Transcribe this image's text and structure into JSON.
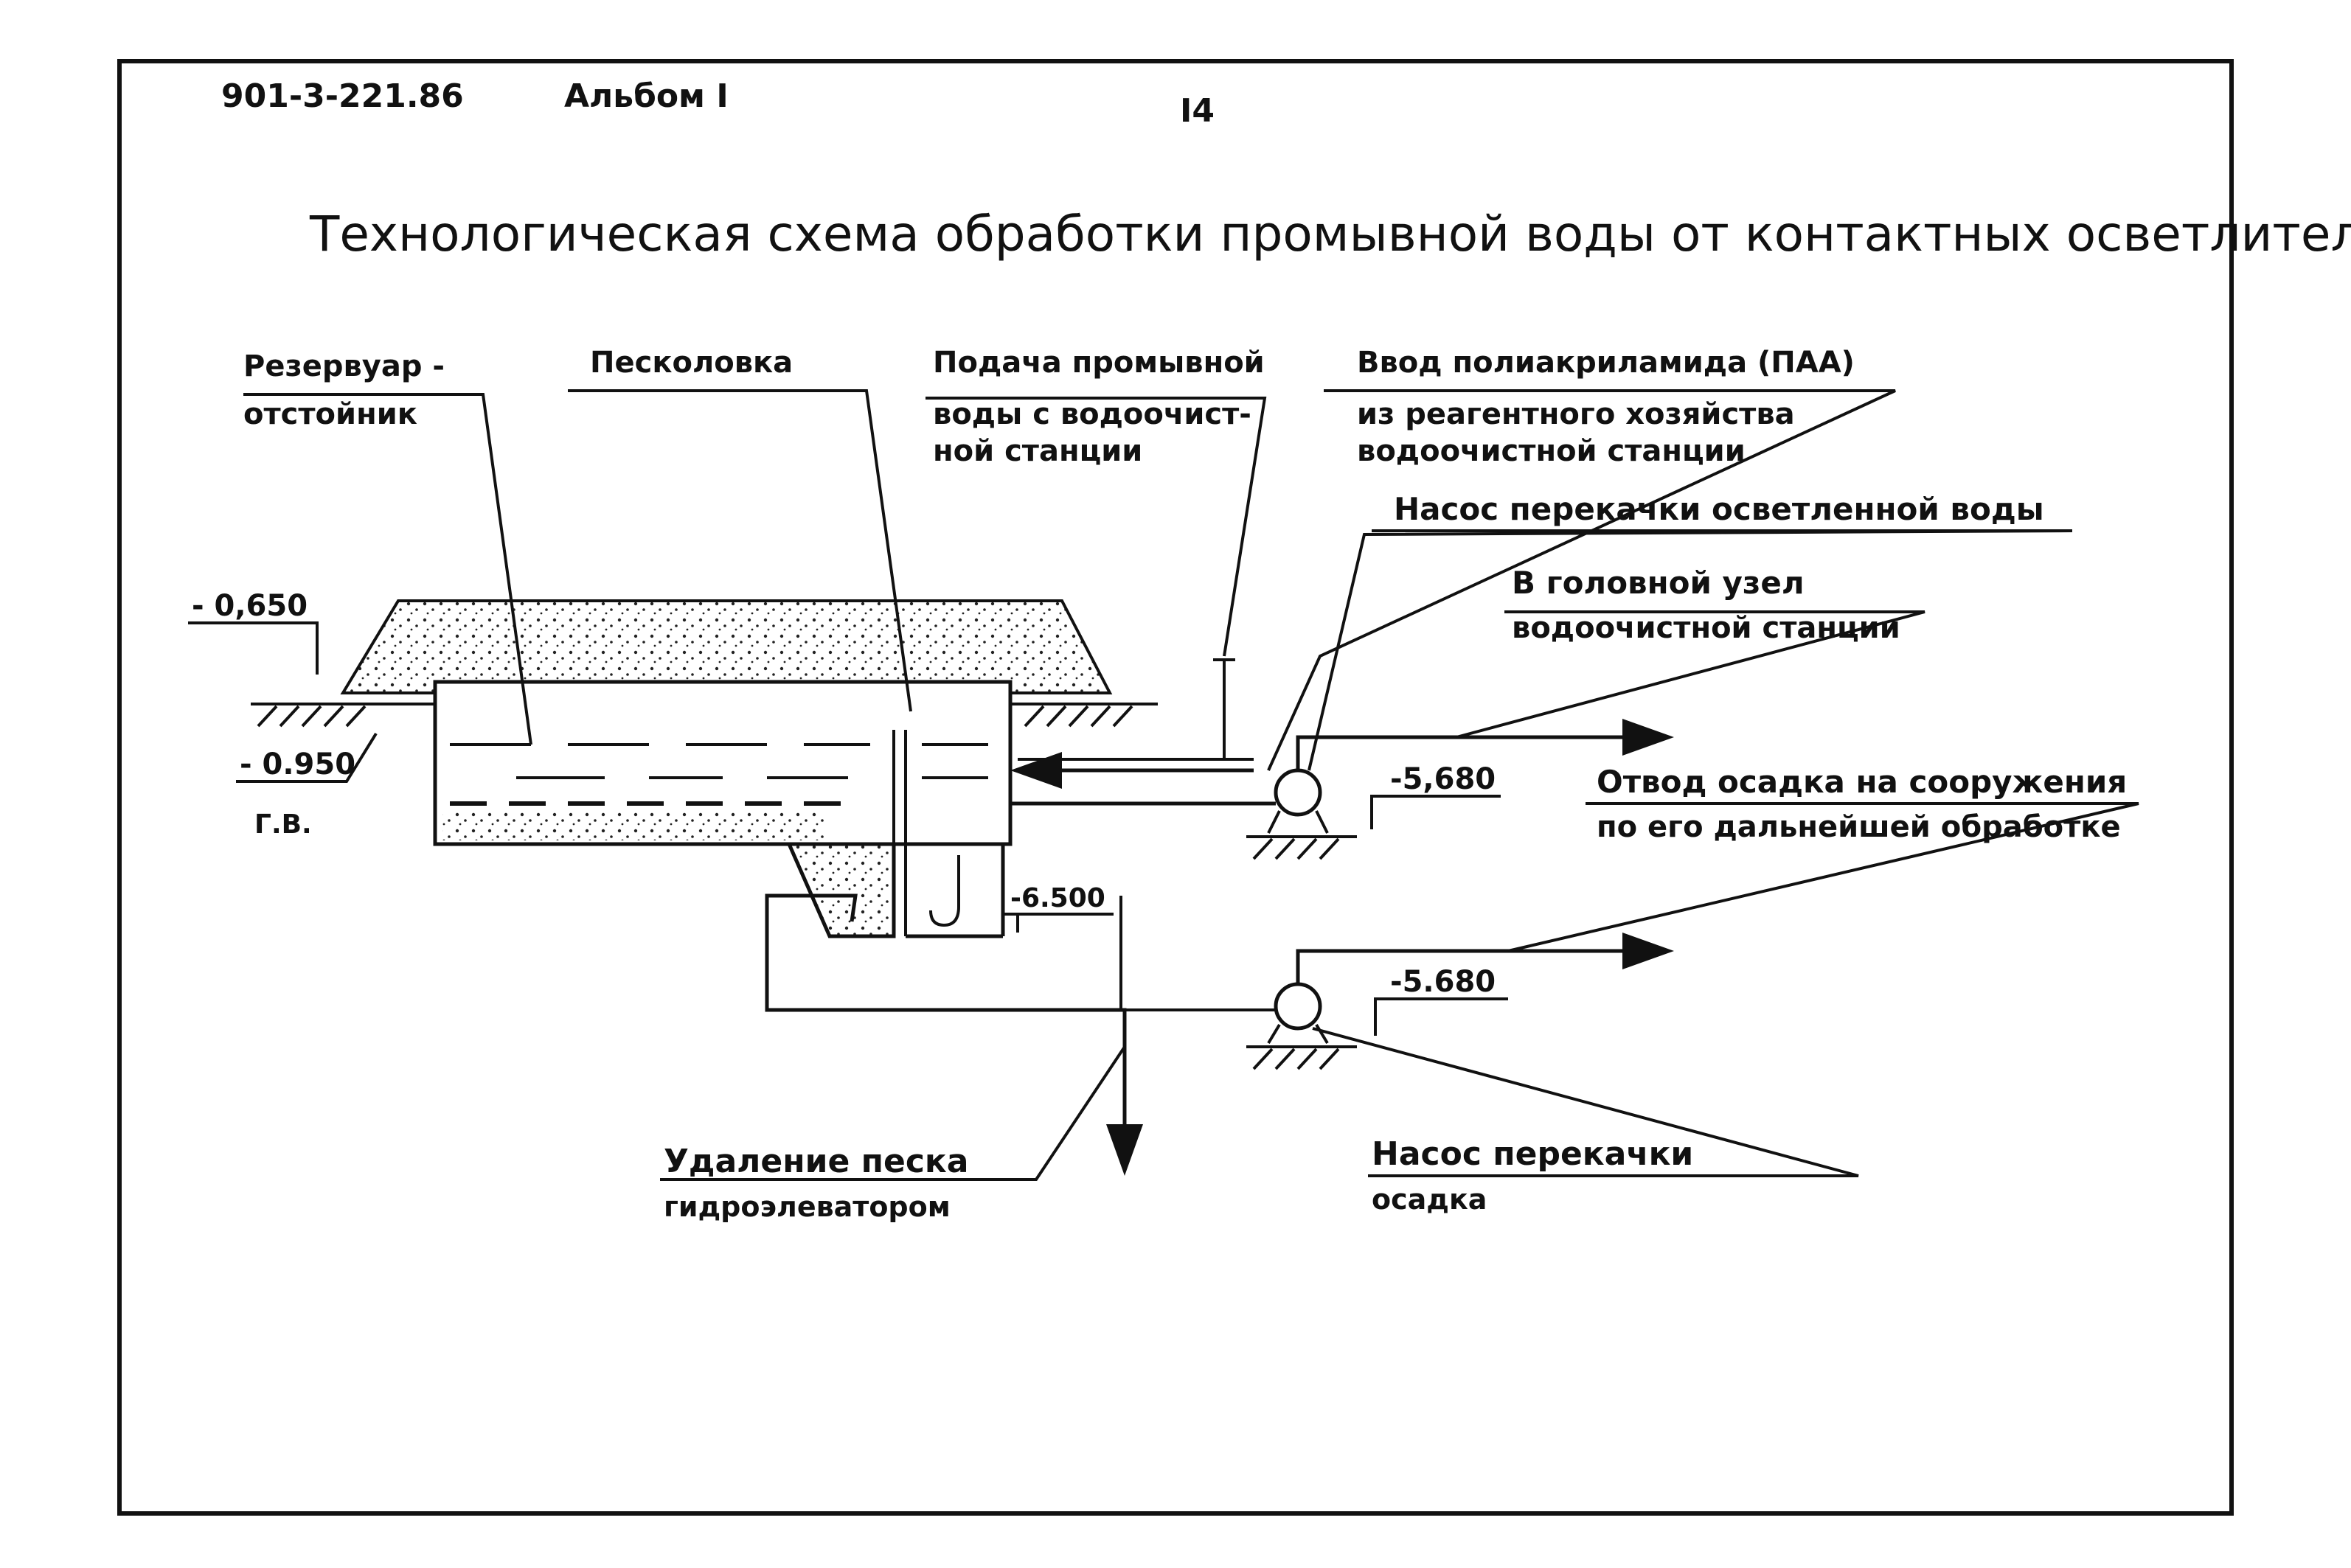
{
  "header": {
    "doc_code": "901-3-221.86",
    "album": "Альбом I",
    "page_number": "I4"
  },
  "title": "Технологическая схема обработки промывной воды от контактных осветлителей",
  "labels": {
    "reservoir_line1": "Резервуар -",
    "reservoir_line2": "отстойник",
    "sand_trap": "Песколовка",
    "feed_line1": "Подача промывной",
    "feed_line2": "воды с водоочист-",
    "feed_line3": "ной станции",
    "paa_line1": "Ввод полиакриламида (ПАА)",
    "paa_line2": "из реагентного хозяйства",
    "paa_line3": "водоочистной станции",
    "clear_pump": "Насос перекачки осветленной воды",
    "head_line1": "В головной узел",
    "head_line2": "водоочистной станции",
    "sludge_out_line1": "Отвод осадка на сооружения",
    "sludge_out_line2": "по его дальнейшей обработке",
    "sand_removal_line1": "Удаление песка",
    "sand_removal_line2": "гидроэлеватором",
    "sludge_pump_line1": "Насос перекачки",
    "sludge_pump_line2": "осадка",
    "gw": "Г.В."
  },
  "elevations": {
    "ground": "- 0,650",
    "groundwater": "- 0.950",
    "clear_pump": "-5,680",
    "sludge_pump": "-5.680",
    "sand_trap_bottom": "-6.500"
  },
  "colors": {
    "ink": "#111111",
    "paper": "#ffffff"
  }
}
